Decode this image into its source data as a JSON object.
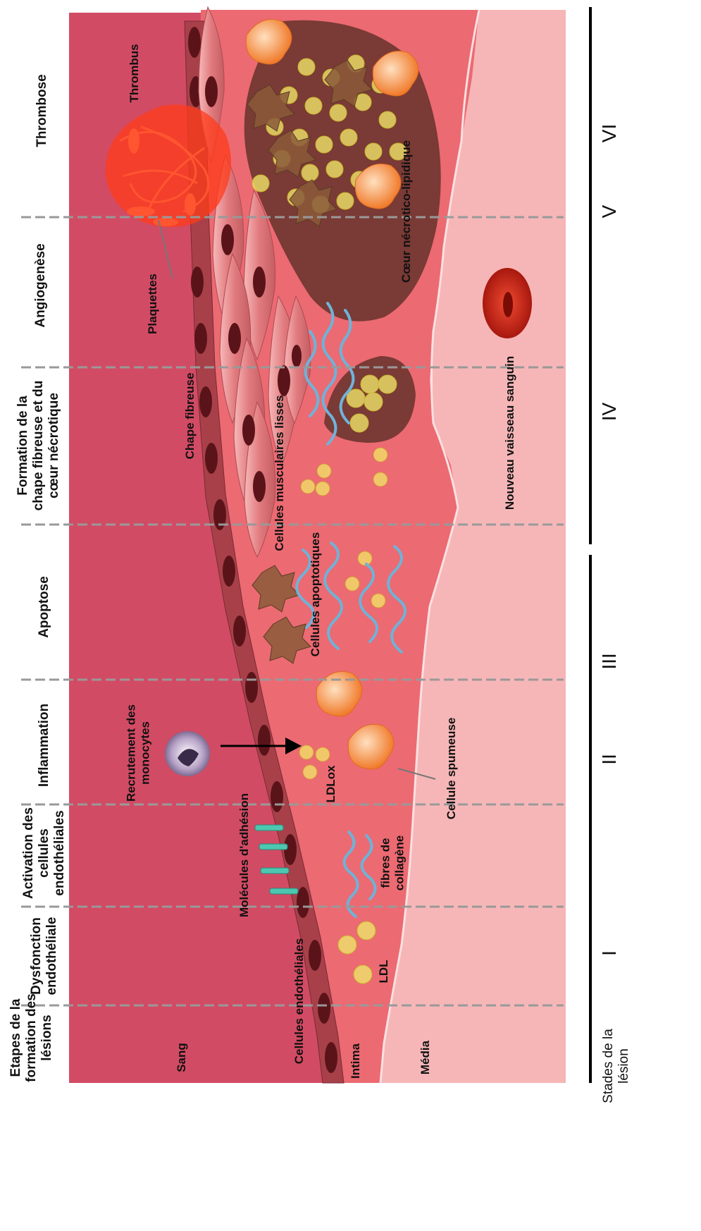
{
  "etapes_header": "Etapes de la formation des lésions",
  "stades_header": "Stades de la lésion",
  "stages": [
    {
      "label": "Dysfonction endothéliale"
    },
    {
      "label": "Activation des cellules endothéliales"
    },
    {
      "label": "Inflammation"
    },
    {
      "label": "Apoptose"
    },
    {
      "label": "Formation de la chape fibreuse et du cœur nécrotique"
    },
    {
      "label": "Angiogenèse"
    },
    {
      "label": "Thrombose"
    }
  ],
  "layers": {
    "sang": "Sang",
    "intima": "Intima",
    "media": "Média"
  },
  "labels": {
    "cellules_endotheliales": "Cellules endothéliales",
    "ldl": "LDL",
    "molecules_adhesion": "Molécules d'adhésion",
    "fibres_collagene": "fibres de collagène",
    "recrutement_monocytes": "Recrutement des monocytes",
    "ldlox": "LDLox",
    "cellule_spumeuse": "Cellule spumeuse",
    "cellules_apoptotiques": "Cellules apoptotiques",
    "cellules_musculaires": "Cellules musculaires lisses",
    "chape_fibreuse": "Chape fibreuse",
    "nouveau_vaisseau": "Nouveau vaisseau sanguin",
    "plaquettes": "Plaquettes",
    "thrombus": "Thrombus",
    "coeur_necrotique": "Cœur nécrotico-lipidique"
  },
  "roman_numerals": [
    "I",
    "II",
    "III",
    "IV",
    "V",
    "VI"
  ],
  "colors": {
    "sang": "#d24b64",
    "intima": "#ec6a72",
    "media": "#f6b6b7",
    "endothelium": "#8a2a35",
    "collagen": "#6fb2d8",
    "lipid": "#efe36a",
    "necrotic": "#7a3a35",
    "thrombus": "#ff3b1a"
  }
}
